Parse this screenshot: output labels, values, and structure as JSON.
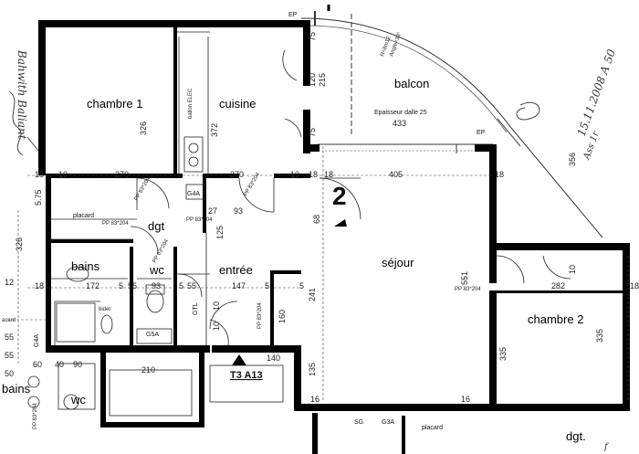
{
  "plan_number": "2",
  "apartment_label": "T3 A13",
  "rooms": {
    "chambre1": "chambre 1",
    "cuisine": "cuisine",
    "balcon": "balcon",
    "sejour": "séjour",
    "chambre2": "chambre 2",
    "bains": "bains",
    "wc": "wc",
    "entree": "entrée",
    "dgt": "dgt",
    "wc_bottom": "wc",
    "dgt_bottom": "dgt.",
    "bains_bottom": "bains"
  },
  "balcony_notes": {
    "thickness": "Epaisseur dalle 25",
    "width": "433",
    "r_note": "R=8m12",
    "angle_note": "Angle=33°"
  },
  "closets": {
    "g4a": "G4A",
    "g5a": "G5A",
    "gtl": "GTL",
    "g3a": "G3A",
    "sg": "SG",
    "placard": "placard",
    "placard_bottom": "placard",
    "ep_top": "EP",
    "ep_balcony": "EP",
    "g4a_left": "G4A",
    "acard": "acard"
  },
  "doors": {
    "pp83_204_a": "PP 83*204",
    "pp83_204_b": "PP 83*204",
    "pp83_204_c": "PP 83*204",
    "pp83_204_d": "PP 83*204",
    "pp83_204_e": "PP 83*204",
    "pp83_204_f": "PP 83*204",
    "pp63_204": "PP 63*204",
    "pp83_204_vert": "PP 83*204"
  },
  "dims": {
    "d326_a": "326",
    "d372": "372",
    "d270_a": "270",
    "d270_b": "270",
    "d10_a": "10",
    "d10_b": "10",
    "d18_a": "18",
    "d18_b": "18",
    "d18_c": "18",
    "d18_d": "18",
    "d405": "405",
    "d75_a": "75",
    "d75_b": "75",
    "d120": "120",
    "d215": "215",
    "d5_75": "5.75",
    "d27": "27",
    "d93_a": "93",
    "d93_b": "93",
    "d125": "125",
    "d68": "68",
    "d172": "172",
    "d147": "147",
    "d55_a": "55",
    "d55_b": "55",
    "d241": "241",
    "d551": "551",
    "d282": "282",
    "d335_a": "335",
    "d335_b": "335",
    "d356": "356",
    "d326_b": "326",
    "d160": "160",
    "d140": "140",
    "d210": "210",
    "d135": "135",
    "d16_a": "16",
    "d16_b": "16",
    "d60": "60",
    "d90": "90",
    "d5_a": "5",
    "d5_b": "5",
    "d5_c": "5",
    "d10_c": "10",
    "d10_d": "10",
    "d10_e": "10",
    "d55_c": "55",
    "d55_d": "55",
    "d18_e": "18",
    "d18_f": "18",
    "d5_d": "5",
    "d40": "40",
    "d50": "50",
    "d12": "12"
  },
  "equipment": {
    "ballon": "ballon ELEC",
    "bidet": "bidet"
  },
  "handwriting": {
    "left_note": "Bahwith Baliant",
    "right_note": "15.11.2008 A 50",
    "right_note2": "Ass 1r",
    "f_note": "f"
  }
}
